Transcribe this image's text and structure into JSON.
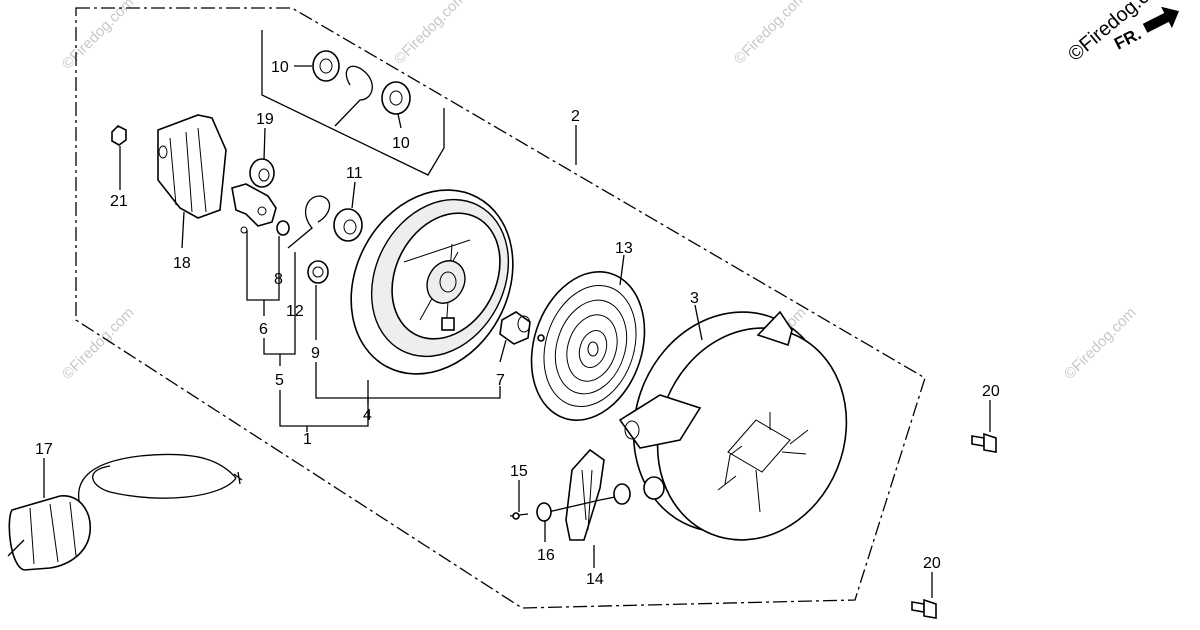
{
  "watermark": {
    "text": "©Firedog.com",
    "corner_text": "©Firedog.c"
  },
  "orientation_marker": {
    "label": "FR."
  },
  "callouts": {
    "c1": "1",
    "c2": "2",
    "c3": "3",
    "c4": "4",
    "c5": "5",
    "c6": "6",
    "c7": "7",
    "c8": "8",
    "c9": "9",
    "c10a": "10",
    "c10b": "10",
    "c11": "11",
    "c12": "12",
    "c13": "13",
    "c14": "14",
    "c15": "15",
    "c16": "16",
    "c17": "17",
    "c18": "18",
    "c19": "19",
    "c20a": "20",
    "c20b": "20",
    "c21": "21"
  }
}
